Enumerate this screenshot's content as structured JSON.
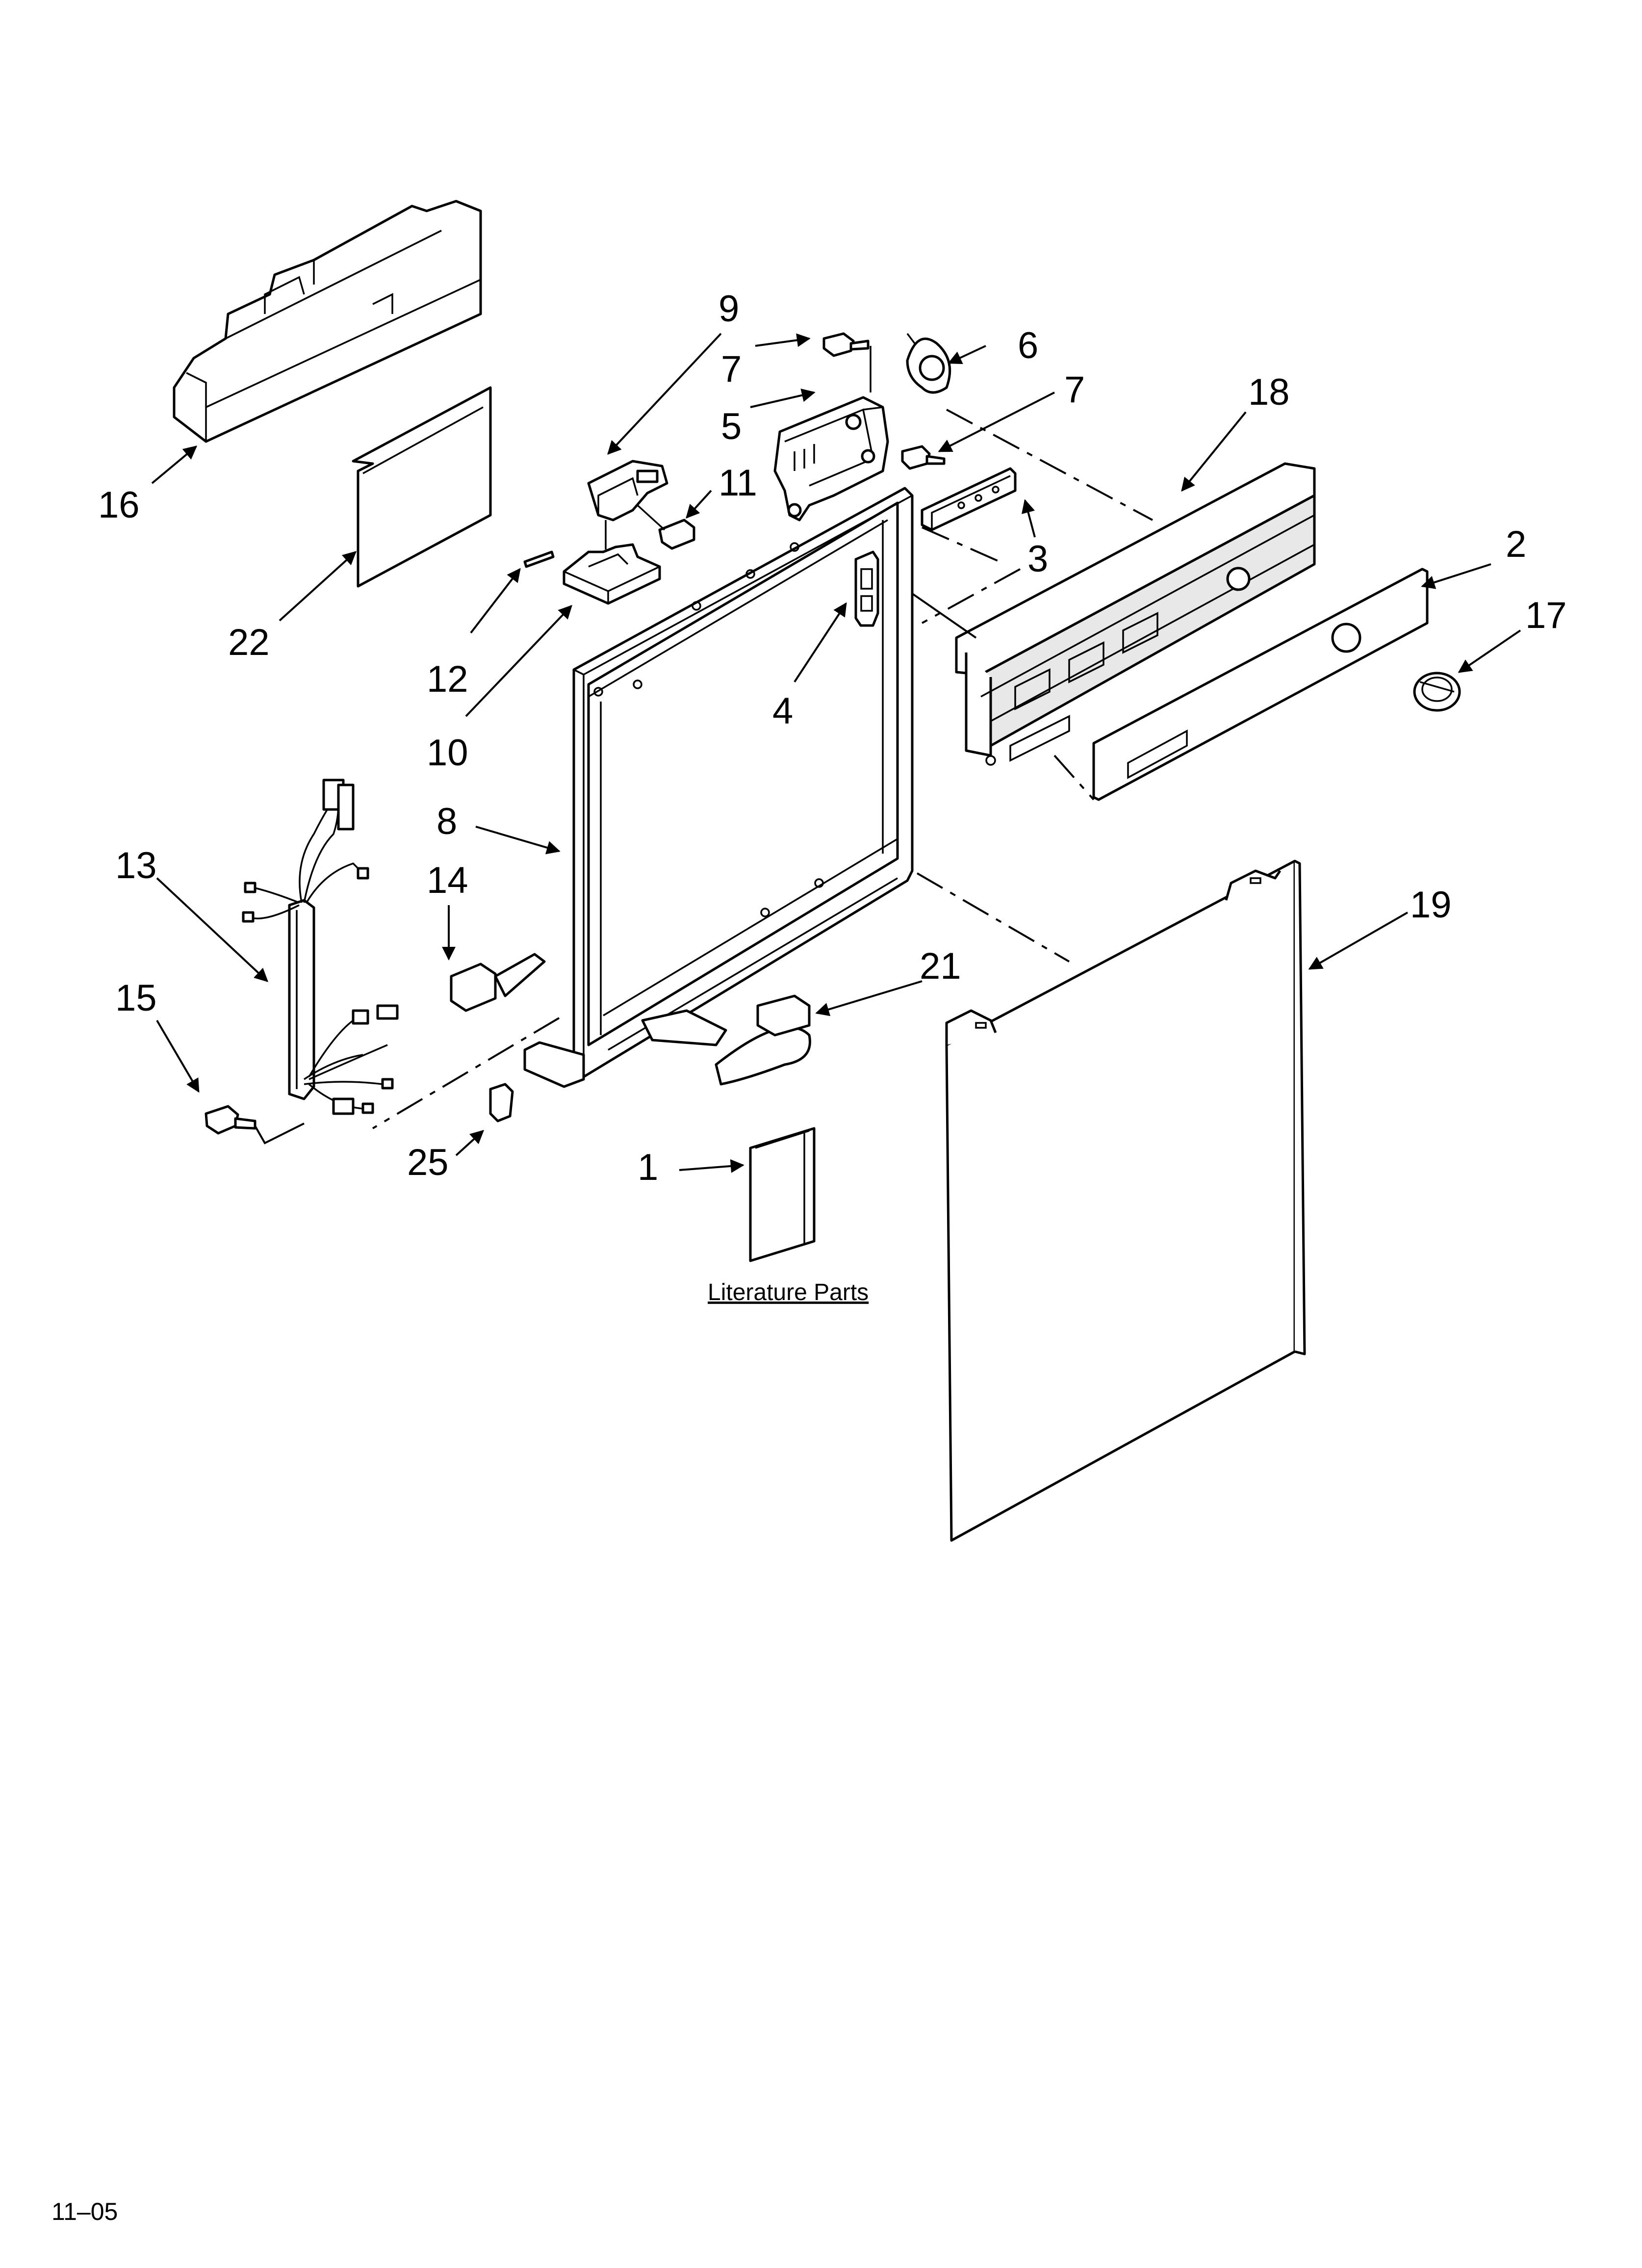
{
  "diagram": {
    "callouts": {
      "c1": "1",
      "c2": "2",
      "c3": "3",
      "c4": "4",
      "c5": "5",
      "c6": "6",
      "c7a": "7",
      "c7b": "7",
      "c8": "8",
      "c9": "9",
      "c10": "10",
      "c11": "11",
      "c12": "12",
      "c13": "13",
      "c14": "14",
      "c15": "15",
      "c16": "16",
      "c17": "17",
      "c18": "18",
      "c19": "19",
      "c21": "21",
      "c22": "22",
      "c25": "25"
    },
    "literature_caption": "Literature Parts",
    "footer_code": "11–05"
  }
}
